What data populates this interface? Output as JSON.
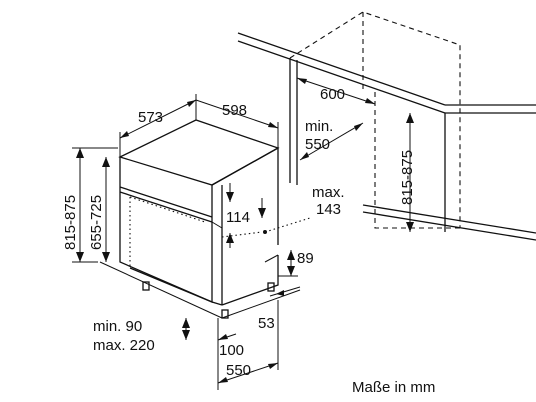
{
  "labels": {
    "width_598": "598",
    "depth_573": "573",
    "niche_600": "600",
    "niche_min": "min.",
    "niche_550": "550",
    "niche_815_875": "815-875",
    "height_815_875": "815-875",
    "height_655_725": "655-725",
    "max": "max.",
    "max_143": "143",
    "dim_114": "114",
    "dim_89": "89",
    "dim_53": "53",
    "plinth_min_90": "min. 90",
    "plinth_max_220": "max. 220",
    "dim_100": "100",
    "dim_550": "550",
    "caption": "Maße in mm"
  }
}
